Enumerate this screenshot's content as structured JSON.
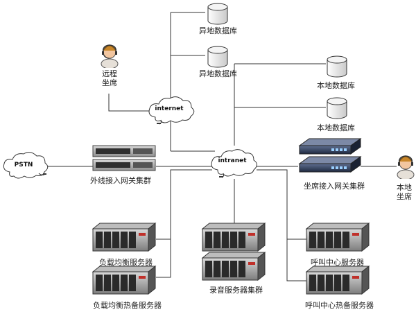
{
  "clouds": {
    "internet": "internet",
    "intranet": "intranet",
    "pstn": "PSTN"
  },
  "labels": {
    "remote_seat_line1": "远程",
    "remote_seat_line2": "坐席",
    "remote_db_1": "异地数据库",
    "remote_db_2": "异地数据库",
    "local_db_1": "本地数据库",
    "local_db_2": "本地数据库",
    "trunk_gateway_cluster": "外线接入网关集群",
    "seat_gateway_cluster": "坐席接入网关集群",
    "local_seat_line1": "本地",
    "local_seat_line2": "坐席",
    "load_balancer": "负载均衡服务器",
    "load_balancer_hot_standby": "负载均衡热备服务器",
    "recording_cluster": "录音服务器集群",
    "call_center_server": "呼叫中心服务器",
    "call_center_hot_standby": "呼叫中心热备服务器"
  },
  "icons": {
    "database": "database-icon",
    "operator": "operator-headset-icon",
    "rack_server": "rack-server-icon",
    "tower_server": "tower-server-icon",
    "gateway": "network-gateway-icon",
    "cloud": "cloud-icon"
  },
  "colors": {
    "line": "#333333",
    "server_body": "#3a3a3a",
    "gateway_body": "#2b3a55",
    "accent_red": "#c0302a"
  }
}
